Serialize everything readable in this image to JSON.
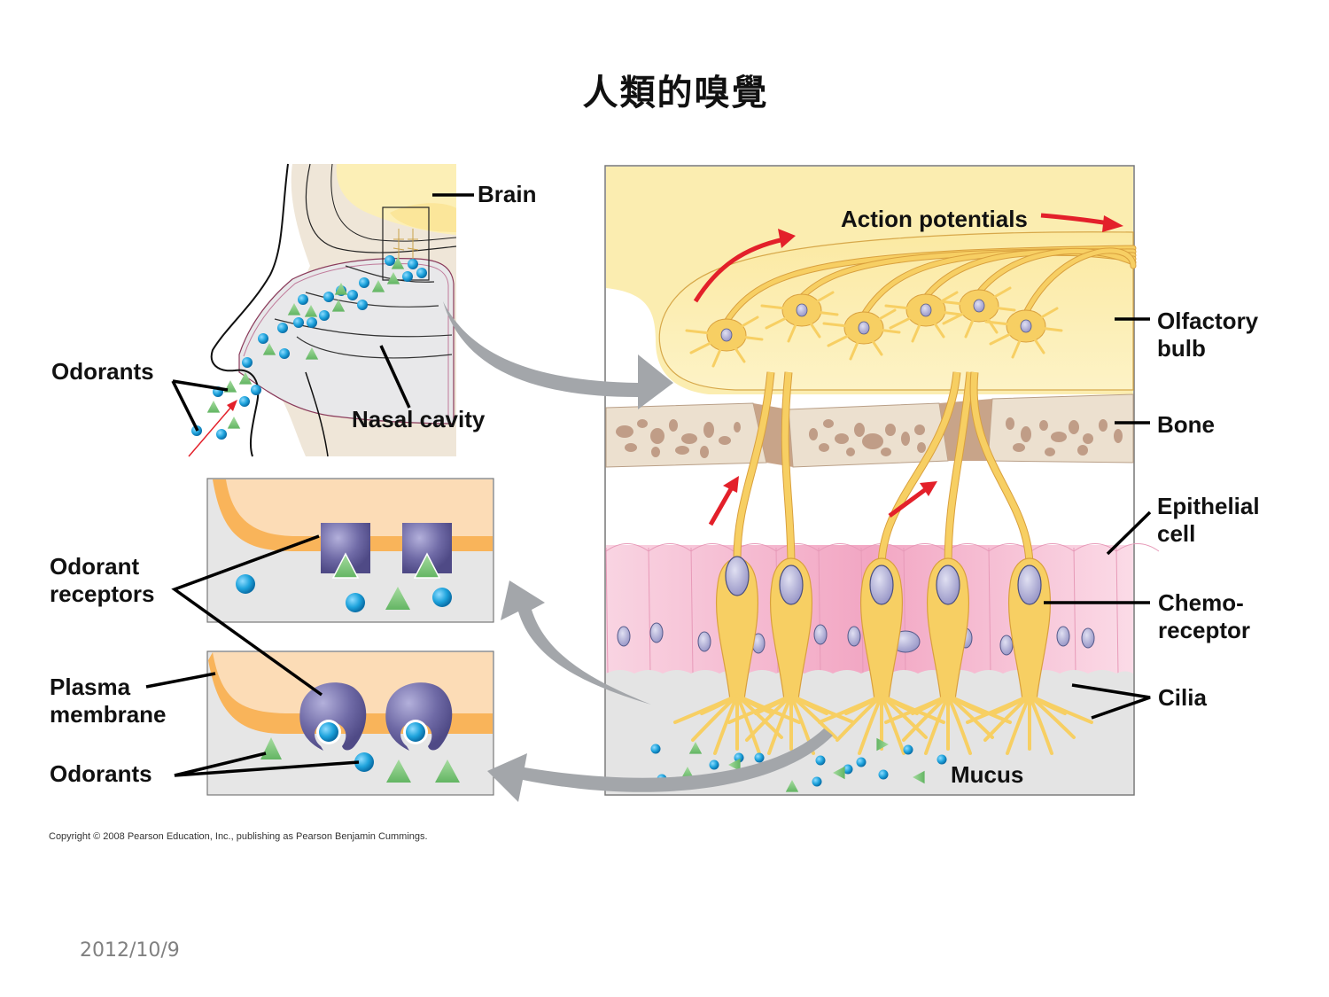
{
  "slide": {
    "title": "人類的嗅覺",
    "copyright": "Copyright © 2008 Pearson Education, Inc., publishing as Pearson Benjamin Cummings.",
    "date": "2012/10/9"
  },
  "head_panel": {
    "labels": {
      "brain": "Brain",
      "odorants": "Odorants",
      "nasal_cavity": "Nasal cavity"
    }
  },
  "detail_panel": {
    "labels": {
      "action_potentials": "Action potentials",
      "olfactory_bulb_1": "Olfactory",
      "olfactory_bulb_2": "bulb",
      "bone": "Bone",
      "epithelial_cell_1": "Epithelial",
      "epithelial_cell_2": "cell",
      "chemoreceptor_1": "Chemo-",
      "chemoreceptor_2": "receptor",
      "cilia": "Cilia",
      "mucus": "Mucus"
    }
  },
  "receptor_panels": {
    "labels": {
      "odorant_receptors_1": "Odorant",
      "odorant_receptors_2": "receptors",
      "plasma_membrane_1": "Plasma",
      "plasma_membrane_2": "membrane",
      "odorants": "Odorants"
    }
  },
  "colors": {
    "brain_yellow": "#fbeeb0",
    "neuron": "#f7cf63",
    "bone": "#ece0cf",
    "bone_pore": "#b8907a",
    "epithelium_pink": "#f6c3d6",
    "mucus_gray": "#e4e4e4",
    "membrane_orange": "#f9b45a",
    "cytoplasm_peach": "#fcdcb6",
    "receptor_purple": "#6f6aa6",
    "odorant_blue": "#1ea3dc",
    "odorant_green": "#7cc47a",
    "signal_red": "#e3202a",
    "flow_arrow_gray": "#a3a6aa"
  }
}
